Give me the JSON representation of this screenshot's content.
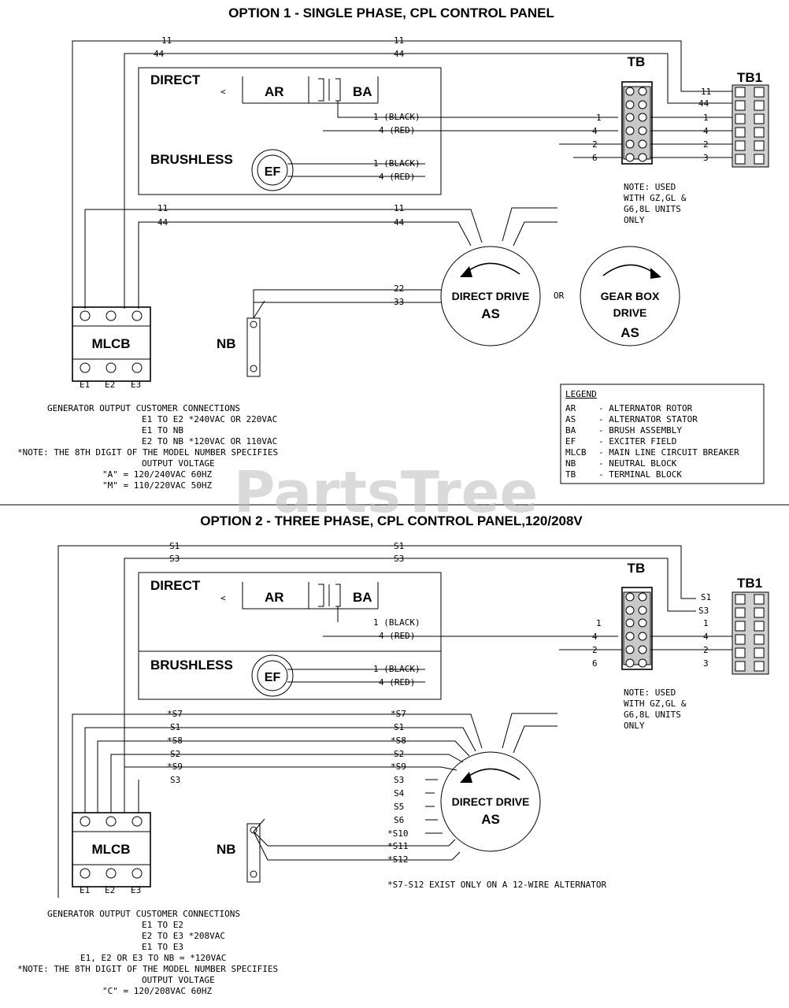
{
  "option1": {
    "title": "OPTION 1 - SINGLE PHASE, CPL CONTROL PANEL",
    "wire_top_a": "11",
    "wire_top_b": "44",
    "direct": "DIRECT",
    "brushless": "BRUSHLESS",
    "ar": "AR",
    "ba": "BA",
    "ef": "EF",
    "black": "1 (BLACK)",
    "red": "4 (RED)",
    "tb": "TB",
    "tb1": "TB1",
    "tb_wires": [
      "1",
      "4",
      "2",
      "6"
    ],
    "tb1_wires": [
      "11",
      "44",
      "1",
      "4",
      "2",
      "3"
    ],
    "note": [
      "NOTE: USED",
      "WITH GZ,GL &",
      "G6,8L UNITS",
      "ONLY"
    ],
    "stator_wires": [
      "11",
      "44"
    ],
    "nb_wires": [
      "22",
      "33"
    ],
    "direct_drive": "DIRECT DRIVE",
    "gear_box": "GEAR BOX",
    "drive": "DRIVE",
    "as": "AS",
    "or": "OR",
    "nb": "NB",
    "mlcb": "MLCB",
    "mlcb_terms": [
      "E1",
      "E2",
      "E3"
    ],
    "connections": [
      "GENERATOR OUTPUT CUSTOMER CONNECTIONS",
      "E1 TO E2   *240VAC OR 220VAC",
      "E1 TO NB",
      "E2 TO NB   *120VAC OR 110VAC",
      "*NOTE: THE 8TH DIGIT OF THE MODEL NUMBER SPECIFIES",
      "OUTPUT VOLTAGE",
      "\"A\" = 120/240VAC 60HZ",
      "\"M\" = 110/220VAC 50HZ"
    ],
    "legend_title": "LEGEND",
    "legend": [
      [
        "AR",
        "- ALTERNATOR ROTOR"
      ],
      [
        "AS",
        "- ALTERNATOR STATOR"
      ],
      [
        "BA",
        "- BRUSH ASSEMBLY"
      ],
      [
        "EF",
        "- EXCITER FIELD"
      ],
      [
        "MLCB",
        "- MAIN LINE CIRCUIT BREAKER"
      ],
      [
        "NB",
        "- NEUTRAL BLOCK"
      ],
      [
        "TB",
        "- TERMINAL BLOCK"
      ]
    ]
  },
  "option2": {
    "title": "OPTION 2 - THREE PHASE, CPL CONTROL PANEL,120/208V",
    "wire_top_a": "S1",
    "wire_top_b": "S3",
    "tb1_wires": [
      "S1",
      "S3",
      "1",
      "4",
      "2",
      "3"
    ],
    "stator_left": [
      "*S7",
      "S1",
      "*S8",
      "S2",
      "*S9",
      "S3"
    ],
    "stator_right": [
      "*S7",
      "S1",
      "*S8",
      "S2",
      "*S9",
      "S3",
      "S4",
      "S5",
      "S6",
      "*S10",
      "*S11",
      "*S12"
    ],
    "footnote": "*S7-S12 EXIST ONLY ON A 12-WIRE ALTERNATOR",
    "connections": [
      "GENERATOR OUTPUT CUSTOMER CONNECTIONS",
      "E1 TO E2",
      "E2 TO E3   *208VAC",
      "E1 TO E3",
      "E1, E2 OR E3 TO NB = *120VAC",
      "*NOTE: THE 8TH DIGIT OF THE MODEL NUMBER SPECIFIES",
      "OUTPUT VOLTAGE",
      "\"C\" = 120/208VAC 60HZ"
    ]
  },
  "watermark": "PartsTree"
}
